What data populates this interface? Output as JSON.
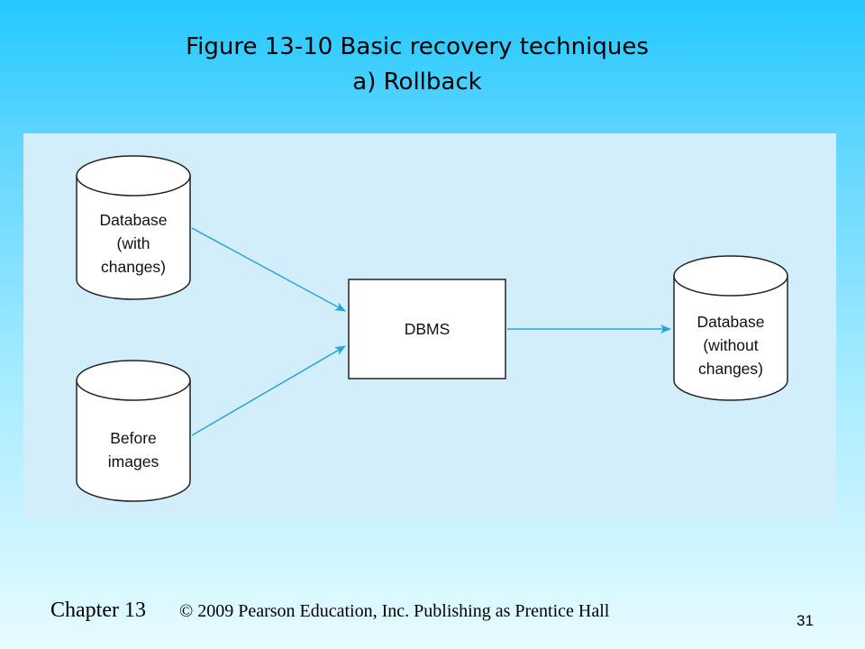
{
  "slide": {
    "title_line1": "Figure 13-10 Basic recovery techniques",
    "title_line2": "a) Rollback"
  },
  "diagram": {
    "nodes": {
      "db_with_changes": {
        "line1": "Database",
        "line2": "(with",
        "line3": "changes)"
      },
      "before_images": {
        "line1": "Before",
        "line2": "images"
      },
      "dbms": {
        "label": "DBMS"
      },
      "db_without_changes": {
        "line1": "Database",
        "line2": "(without",
        "line3": "changes)"
      }
    },
    "arrow_color": "#29a3d8"
  },
  "footer": {
    "chapter": "Chapter 13",
    "copyright": "© 2009 Pearson Education, Inc.  Publishing as Prentice Hall",
    "page_number": "31"
  }
}
